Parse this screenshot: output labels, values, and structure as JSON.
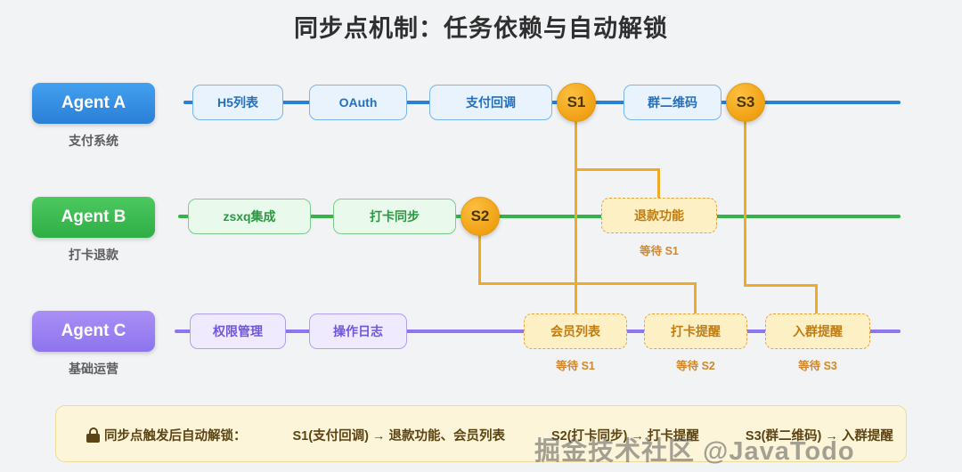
{
  "title": "同步点机制：任务依赖与自动解锁",
  "colors": {
    "agent_a": "#2a7fd6",
    "agent_b": "#35b34a",
    "agent_c": "#8e74ee",
    "sync": "#f0a013",
    "locked": "#e8a33d",
    "legend_bg": "#fdf5d9"
  },
  "agents": [
    {
      "name": "Agent A",
      "subtitle": "支付系统"
    },
    {
      "name": "Agent B",
      "subtitle": "打卡退款"
    },
    {
      "name": "Agent C",
      "subtitle": "基础运营"
    }
  ],
  "lane_a_tasks": [
    {
      "label": "H5列表"
    },
    {
      "label": "OAuth"
    },
    {
      "label": "支付回调"
    },
    {
      "label": "群二维码"
    }
  ],
  "lane_b_tasks": [
    {
      "label": "zsxq集成"
    },
    {
      "label": "打卡同步"
    }
  ],
  "lane_c_tasks": [
    {
      "label": "权限管理"
    },
    {
      "label": "操作日志"
    }
  ],
  "sync_points": [
    {
      "label": "S1"
    },
    {
      "label": "S2"
    },
    {
      "label": "S3"
    }
  ],
  "locked_tasks": [
    {
      "label": "退款功能",
      "wait": "等待 S1"
    },
    {
      "label": "会员列表",
      "wait": "等待 S1"
    },
    {
      "label": "打卡提醒",
      "wait": "等待 S2"
    },
    {
      "label": "入群提醒",
      "wait": "等待 S3"
    }
  ],
  "legend": {
    "icon": "lock-icon",
    "heading": "同步点触发后自动解锁：",
    "rules": [
      "S1(支付回调) → 退款功能、会员列表",
      "S2(打卡同步) → 打卡提醒",
      "S3(群二维码) → 入群提醒"
    ]
  },
  "watermark": "掘金技术社区 @JavaTodo"
}
